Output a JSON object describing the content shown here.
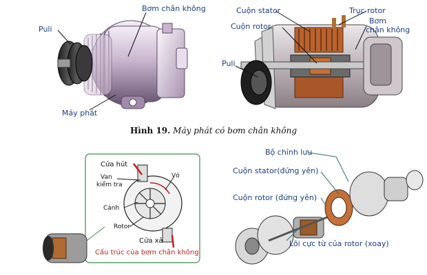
{
  "figure": {
    "caption_number": "Hình 19.",
    "caption_text": "Máy phát có bơm chân không"
  },
  "top_left": {
    "label_pulley": "Puli",
    "label_vacuum_pump": "Bơm chân không",
    "label_generator": "Máy phát"
  },
  "top_right": {
    "label_stator": "Cuộn stator",
    "label_rotor_coil": "Cuộn rotor",
    "label_rotor_shaft": "Trục rotor",
    "label_vacuum_pump_line1": "Bơm",
    "label_vacuum_pump_line2": "chân không",
    "label_pulley": "Puli"
  },
  "bottom_left": {
    "label_suction": "Cửa hút",
    "label_valve_line1": "Van",
    "label_valve_line2": "kiểm tra",
    "label_housing": "Vỏ",
    "label_vane": "Cánh",
    "label_rotor": "Rotor",
    "label_discharge": "Cửa xả",
    "title": "Cấu trúc của bơm chân không"
  },
  "bottom_right": {
    "label_rectifier": "Bộ chỉnh lưu",
    "label_stator": "Cuộn stator(đứng yên)",
    "label_rotor": "Cuộn rotor (đứng yên)",
    "label_rotor_core": "Lõi cực từ của rotor (xoay)"
  }
}
